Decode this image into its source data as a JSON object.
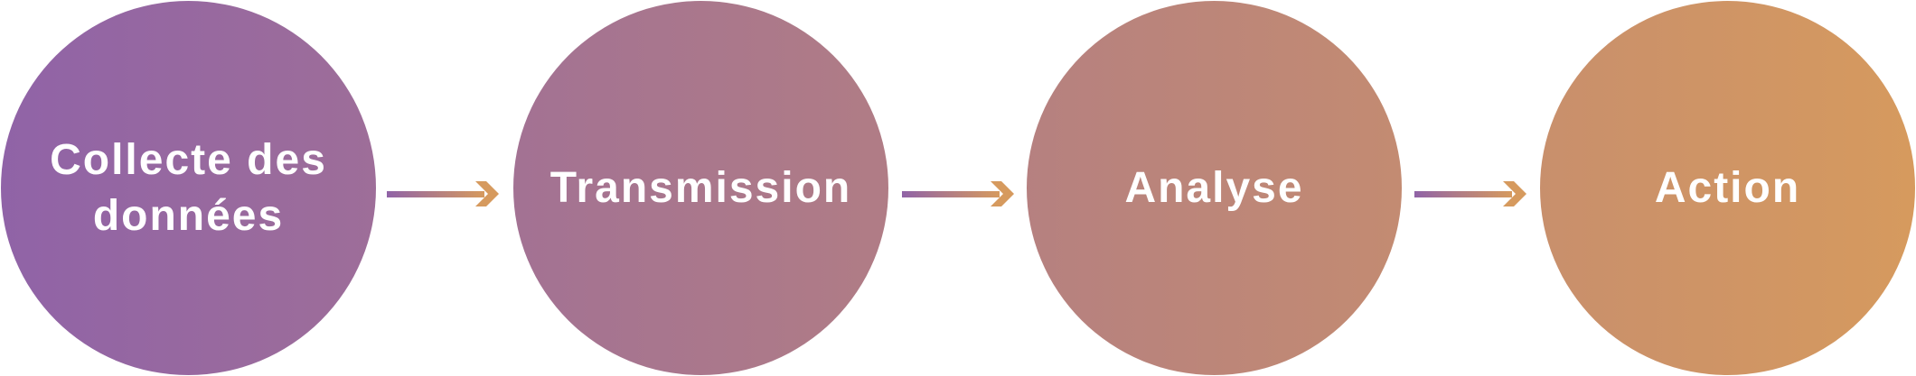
{
  "steps": [
    {
      "label": "Collecte des données"
    },
    {
      "label": "Transmission"
    },
    {
      "label": "Analyse"
    },
    {
      "label": "Action"
    }
  ],
  "colors": {
    "start": "#9063a7",
    "end": "#d69a5e",
    "text": "#ffffff"
  }
}
